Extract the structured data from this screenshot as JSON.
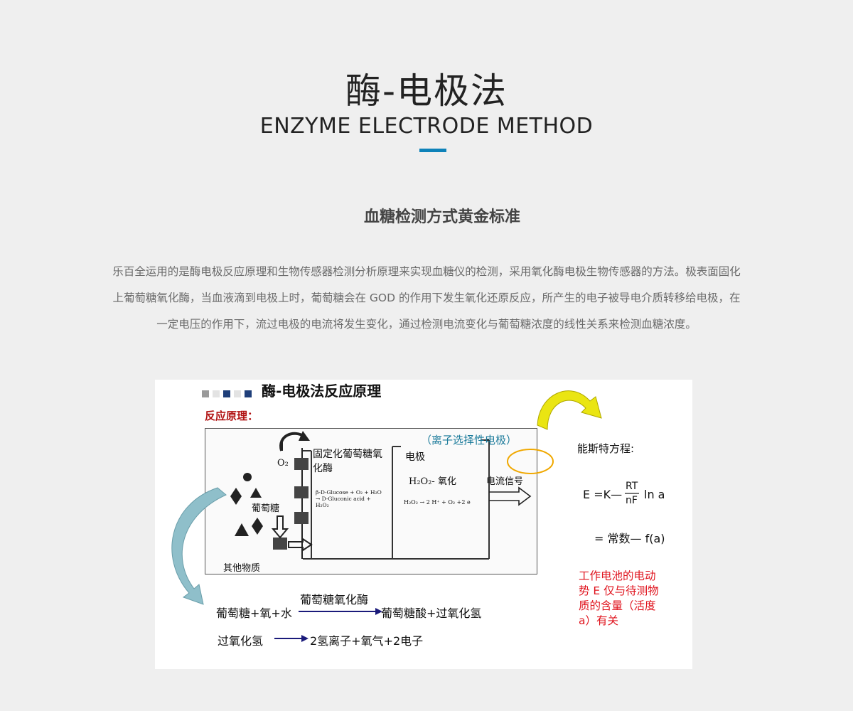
{
  "header": {
    "title": "酶-电极法",
    "subtitle": "ENZYME ELECTRODE METHOD"
  },
  "section": {
    "heading": "血糖检测方式黄金标准",
    "intro_lines": [
      "乐百全运用的是酶电极反应原理和生物传感器检测分析原理来实现血糖仪的检测，采用氧化酶电极生物传感器的方法。极表面固化",
      "上葡萄糖氧化酶，当血液滴到电极上时，葡萄糖会在 GOD 的作用下发生氧化还原反应，所产生的电子被导电介质转移给电极，在",
      "一定电压的作用下，流过电极的电流将发生变化，通过检测电流变化与葡萄糖浓度的线性关系来检测血糖浓度。"
    ]
  },
  "figure": {
    "title": "酶-电极法反应原理",
    "principle_label": "反应原理：",
    "ion_selective_label": "（离子选择性电极）",
    "immobilized_enzyme_line1": "固定化葡萄糖氧",
    "immobilized_enzyme_line2": "化酶",
    "electrode_label": "电极",
    "h2o2_oxidation": "H₂O₂- 氧化",
    "current_signal": "电流信号",
    "o2_label": "O₂",
    "glucose_label": "葡萄糖",
    "other_substances": "其他物质",
    "reaction_box_line1": "β-D-Glucose + O₂ + H₂O",
    "reaction_box_line2": "→ D-Gluconic acid +",
    "reaction_box_line3": "H₂O₂",
    "h2o2_reaction": "H₂O₂ → 2 H⁺ + O₂ +2 e",
    "nernst_title": "能斯特方程:",
    "nernst_lhs": "E =K—",
    "nernst_numerator": "RT",
    "nernst_denominator": "nF",
    "nernst_tail": "ln a",
    "nernst_second": "= 常数— f(a)",
    "red_note": [
      "工作电池的电动",
      "势 E 仅与待测物",
      "质的含量（活度",
      "a）有关"
    ],
    "eq1_left": "葡萄糖+氧+水",
    "eq1_catalyst": "葡萄糖氧化酶",
    "eq1_right": "葡萄糖酸+过氧化氢",
    "eq2_left": "过氧化氢",
    "eq2_right": "2氢离子+氧气+2电子",
    "colors": {
      "accent": "#0e82b9",
      "red_text": "#e0141e",
      "dark_red": "#b01010",
      "arrow_navy": "#1a1a7a",
      "yellow_arrow": "#e8e010",
      "teal_text": "#1a7a9a"
    }
  }
}
